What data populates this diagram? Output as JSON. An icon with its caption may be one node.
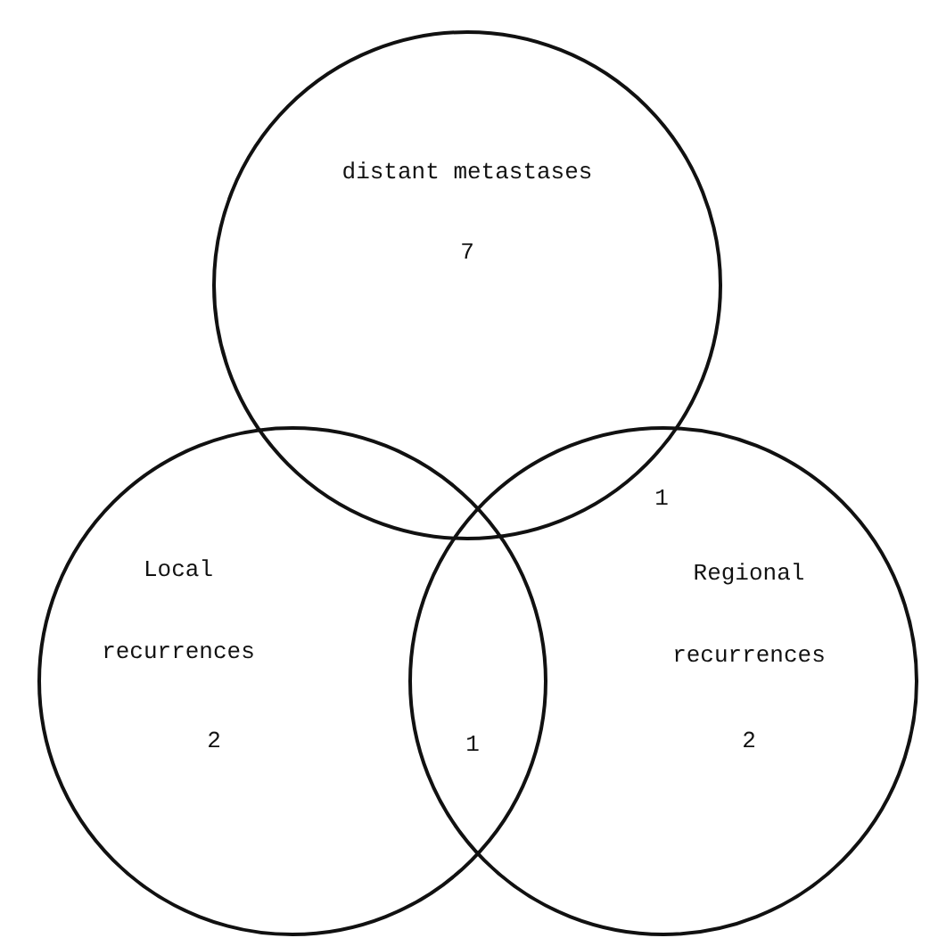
{
  "diagram": {
    "nodes": [
      {
        "text": [
          "distant metastases",
          "7"
        ]
      },
      {
        "text": [
          "Local recurrences",
          "2"
        ]
      },
      {
        "text": [
          "Regional recurrences",
          "2"
        ]
      }
    ],
    "labels": [
      "1",
      "1"
    ]
  }
}
